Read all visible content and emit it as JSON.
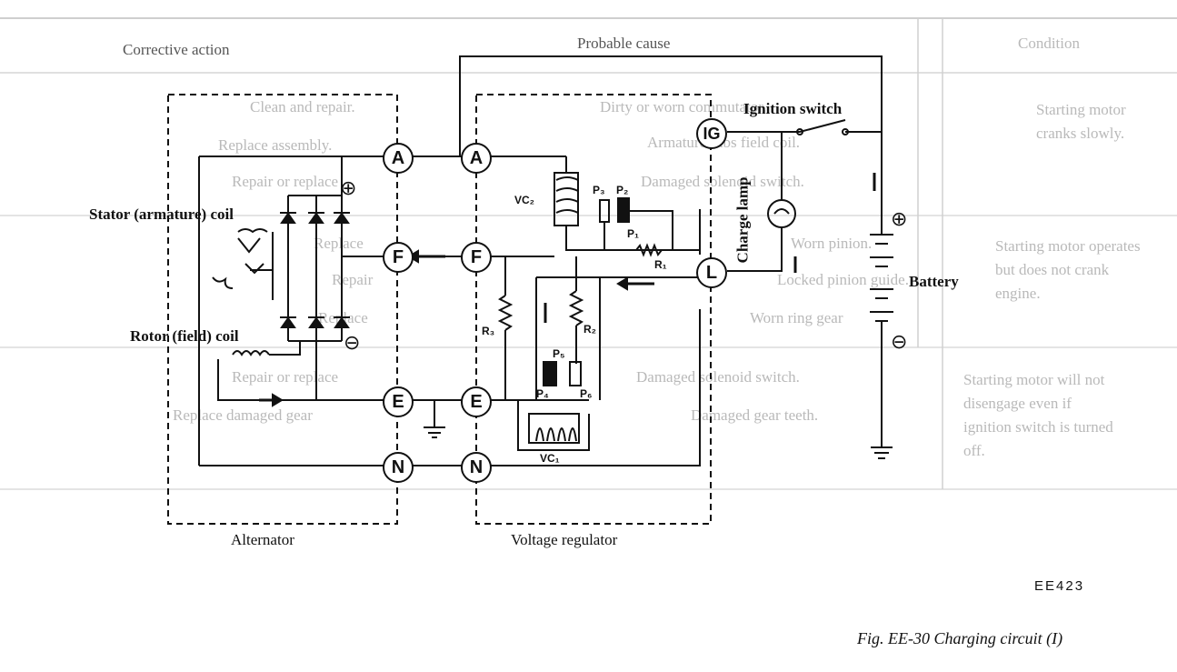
{
  "table": {
    "headers": [
      "Probable cause",
      "Corrective action",
      "Condition"
    ],
    "conditions": [
      "Starting motor cranks slowly.",
      "Starting motor operates but does not crank engine.",
      "Starting motor will not disengage even if ignition switch is turned off."
    ],
    "causes": [
      "Dirty or worn commutator.",
      "Armature rubs field coil.",
      "Damaged solenoid switch.",
      "Worn pinion.",
      "Locked pinion guide.",
      "Worn ring gear",
      "Damaged solenoid switch.",
      "Damaged gear teeth."
    ],
    "actions": [
      "Clean and repair.",
      "Replace assembly.",
      "Repair or replace",
      "Replace",
      "Repair",
      "Replace",
      "Repair or replace",
      "Replace damaged gear"
    ]
  },
  "diagram": {
    "boxes": {
      "alternator": "Alternator",
      "regulator": "Voltage regulator"
    },
    "alternator_terminals": [
      "A",
      "F",
      "E",
      "N"
    ],
    "regulator_terminals": [
      "A",
      "F",
      "E",
      "N",
      "IG",
      "L"
    ],
    "labels": {
      "stator": "Stator (armature) coil",
      "rotor": "Rotor (field) coil",
      "ignition": "Ignition switch",
      "charge_lamp": "Charge lamp",
      "battery": "Battery",
      "plus": "⊕",
      "minus": "⊖"
    },
    "components": {
      "vc2": "VC₂",
      "vc1": "VC₁",
      "p1": "P₁",
      "p2": "P₂",
      "p3": "P₃",
      "p4": "P₄",
      "p5": "P₅",
      "p6": "P₆",
      "r1": "R₁",
      "r2": "R₂",
      "r3": "R₃"
    }
  },
  "figure": {
    "code": "EE423",
    "caption": "Fig. EE-30 Charging circuit (I)"
  }
}
